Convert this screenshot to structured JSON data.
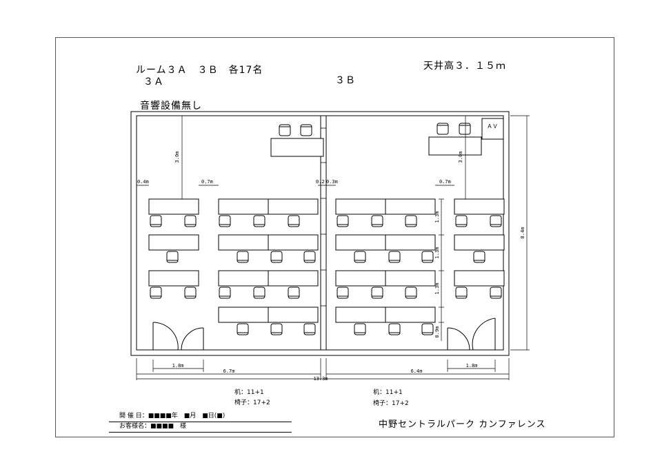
{
  "header": {
    "room_title": "ルーム３Ａ　３Ｂ　各17名",
    "ceiling": "天井高３．１５ｍ",
    "label_3a": "３Ａ",
    "label_3b": "３Ｂ",
    "audio_note": "音響設備無し"
  },
  "room_a": {
    "desks_label": "机：11+1",
    "chairs_label": "椅子：17+2"
  },
  "room_b": {
    "desks_label": "机：11+1",
    "chairs_label": "椅子：17+2"
  },
  "av_label": "ＡＶ",
  "dimensions": {
    "d_3_0_a": "3.0m",
    "d_3_0_b": "3.0m",
    "d_0_4": "0.4m",
    "d_0_7_a": "0.7m",
    "d_0_2_3": "0.2",
    "d_0_3": "0.3m",
    "d_0_7_b": "0.7m",
    "d_1_3_a": "1.3m",
    "d_1_3_b": "1.3m",
    "d_1_3_c": "1.3m",
    "d_0_9": "0.9m",
    "d_8_4": "8.4m",
    "d_1_8_a": "1.8m",
    "d_6_7": "6.7m",
    "d_6_4": "6.4m",
    "d_1_8_b": "1.8m",
    "d_13_3": "13.3m"
  },
  "footer": {
    "event_date": "開 催 日：■■■■年　■月　■日(■)",
    "client": "お客様名：■■■■　様",
    "company": "中野セントラルパーク カンファレンス"
  }
}
